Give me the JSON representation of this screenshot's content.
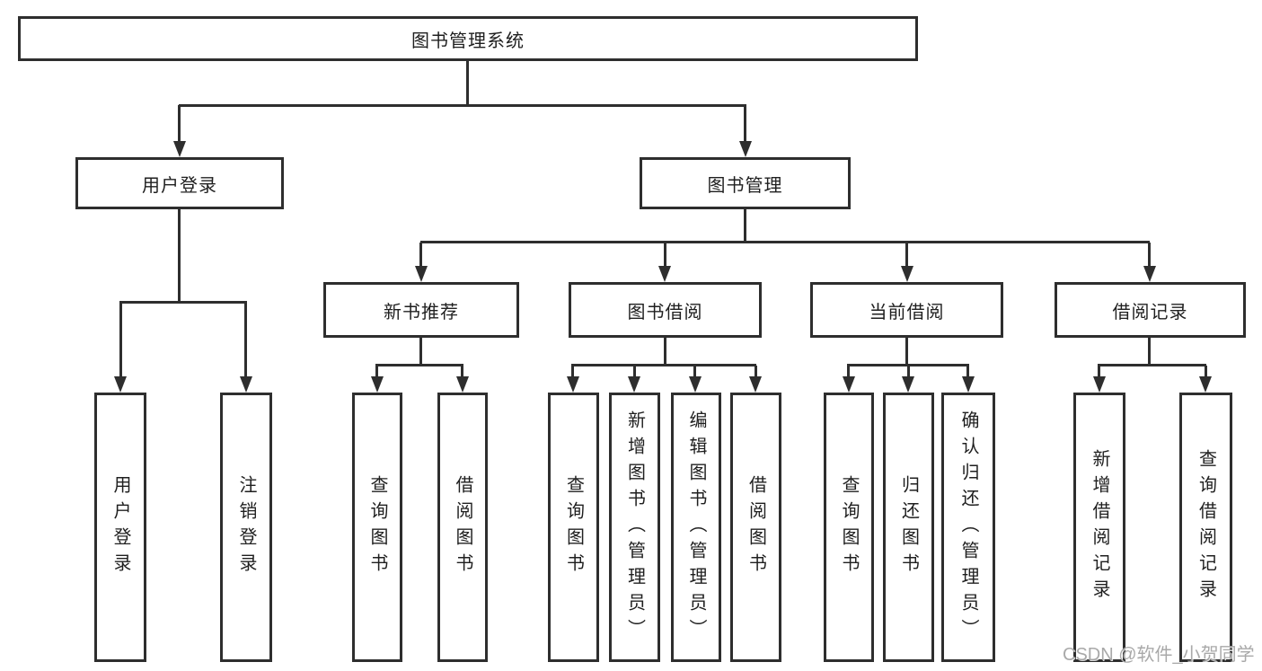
{
  "diagram": {
    "root": {
      "label": "图书管理系统"
    },
    "branches": [
      {
        "label": "用户登录",
        "children": [
          {
            "label": "用户登录"
          },
          {
            "label": "注销登录"
          }
        ]
      },
      {
        "label": "图书管理",
        "children": [
          {
            "label": "新书推荐",
            "children": [
              {
                "label": "查询图书"
              },
              {
                "label": "借阅图书"
              }
            ]
          },
          {
            "label": "图书借阅",
            "children": [
              {
                "label": "查询图书"
              },
              {
                "label": "新增图书（管理员）"
              },
              {
                "label": "编辑图书（管理员）"
              },
              {
                "label": "借阅图书"
              }
            ]
          },
          {
            "label": "当前借阅",
            "children": [
              {
                "label": "查询图书"
              },
              {
                "label": "归还图书"
              },
              {
                "label": "确认归还（管理员）"
              }
            ]
          },
          {
            "label": "借阅记录",
            "children": [
              {
                "label": "新增借阅记录"
              },
              {
                "label": "查询借阅记录"
              }
            ]
          }
        ]
      }
    ]
  },
  "watermark": {
    "text": "CSDN @软件_小贺同学"
  },
  "colors": {
    "line": "#2e2e2e",
    "box_border": "#2e2e2e",
    "box_bg": "#ffffff",
    "text": "#1f1f1f",
    "watermark": "#a4a4a4"
  }
}
